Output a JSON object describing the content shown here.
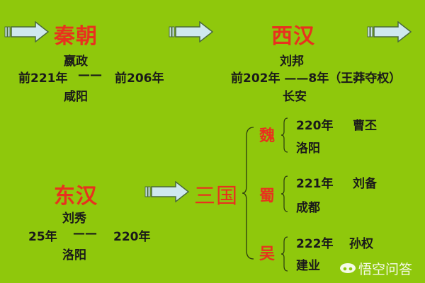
{
  "qin": {
    "title": "秦朝",
    "ruler": "嬴政",
    "start": "前221年",
    "dash": "——",
    "end": "前206年",
    "capital": "咸阳"
  },
  "western_han": {
    "title": "西汉",
    "ruler": "刘邦",
    "range": "前202年 ——8年（王莽夺权）",
    "capital": "长安"
  },
  "eastern_han": {
    "title": "东汉",
    "ruler": "刘秀",
    "start": "25年",
    "dash": "——",
    "end": "220年",
    "capital": "洛阳"
  },
  "three_kingdoms": {
    "title": "三国",
    "kingdoms": [
      {
        "name": "魏",
        "year": "220年",
        "ruler": "曹丕",
        "capital": "洛阳"
      },
      {
        "name": "蜀",
        "year": "221年",
        "ruler": "刘备",
        "capital": "成都"
      },
      {
        "name": "吴",
        "year": "222年",
        "ruler": "孙权",
        "capital": "建业"
      }
    ]
  },
  "watermark": "悟空问答",
  "colors": {
    "background": "#8fc80c",
    "title": "#e8321e",
    "arrow": "#cfe8ee"
  }
}
